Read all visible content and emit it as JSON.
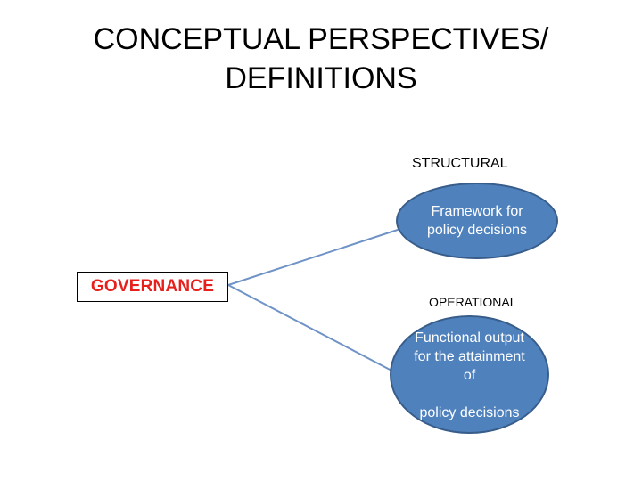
{
  "title": {
    "line1": "CONCEPTUAL PERSPECTIVES/",
    "line2": "DEFINITIONS"
  },
  "governance": {
    "label": "GOVERNANCE",
    "color": "#e8201c"
  },
  "structural": {
    "label": "STRUCTURAL",
    "description": "Framework for policy decisions"
  },
  "operational": {
    "label": "OPERATIONAL",
    "description": "Functional output for the attainment of",
    "description_last": "policy decisions"
  },
  "colors": {
    "ellipse_fill": "#4f81bd",
    "ellipse_border": "#385d8a",
    "connector": "#6f93c6"
  }
}
